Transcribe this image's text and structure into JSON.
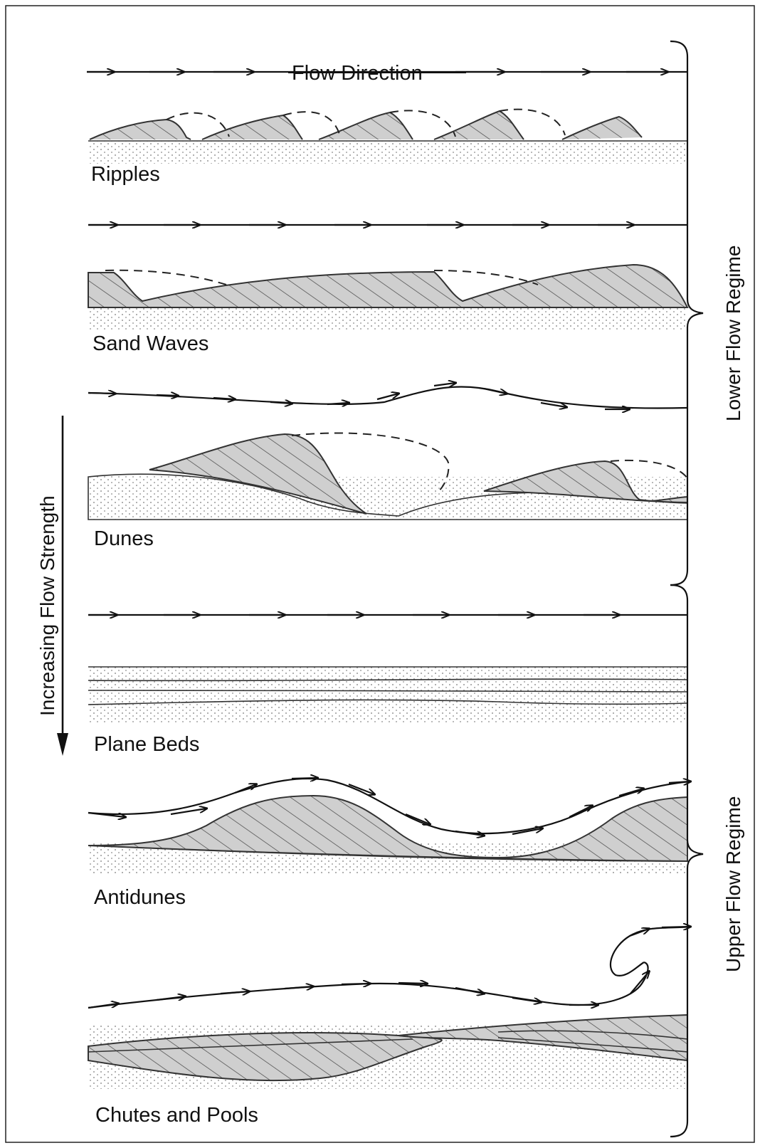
{
  "title": "Flow Direction",
  "left_axis_label": "Increasing Flow Strength",
  "regimes": {
    "lower": "Lower Flow Regime",
    "upper": "Upper Flow Regime"
  },
  "bedforms": [
    {
      "name": "Ripples"
    },
    {
      "name": "Sand Waves"
    },
    {
      "name": "Dunes"
    },
    {
      "name": "Plane Beds"
    },
    {
      "name": "Antidunes"
    },
    {
      "name": "Chutes and Pools"
    }
  ]
}
